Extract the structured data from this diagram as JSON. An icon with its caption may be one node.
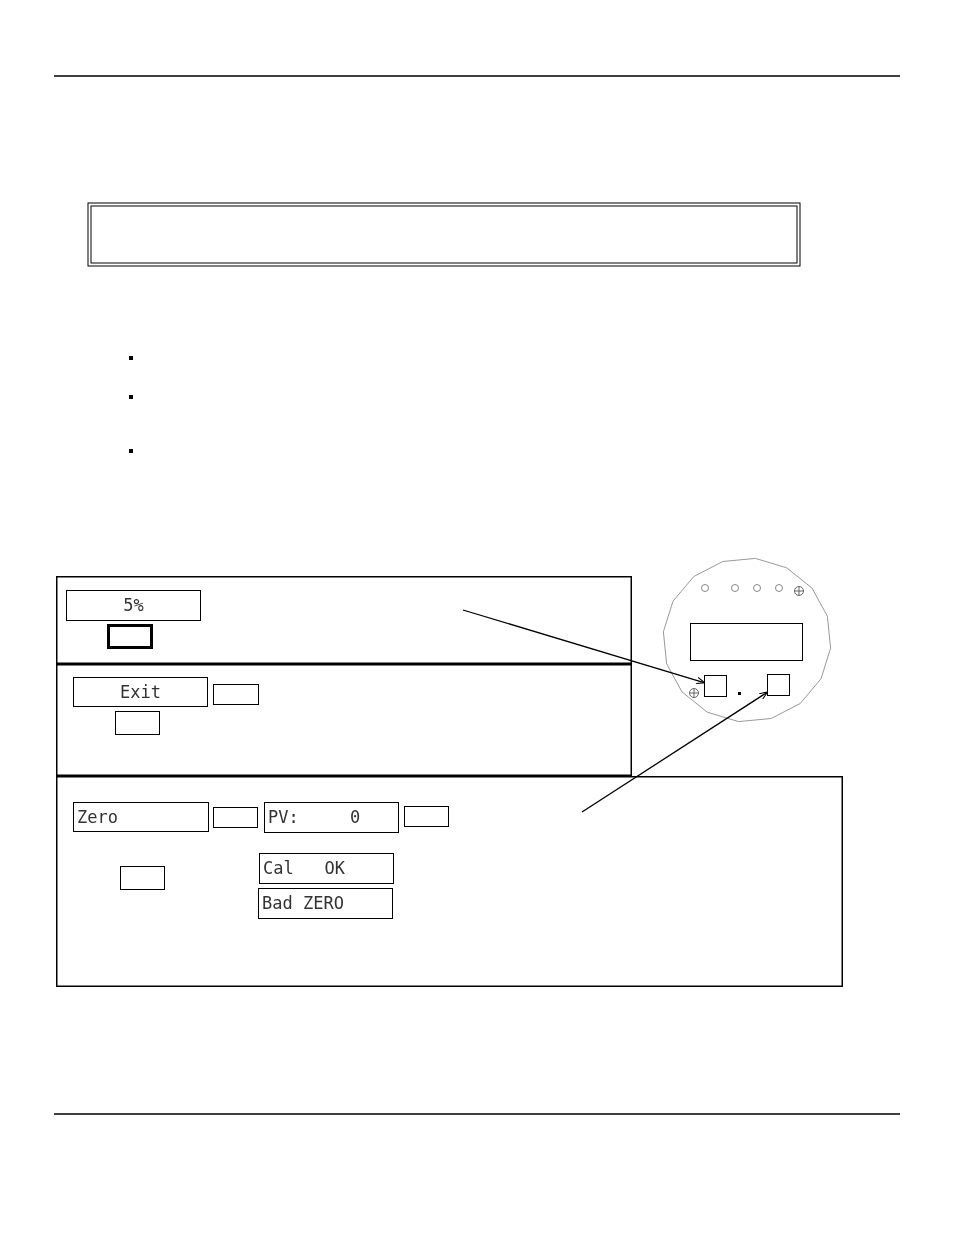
{
  "diagram": {
    "nodes": [
      {
        "text": [],
        "shape": "box"
      },
      {
        "text": [
          "5%"
        ],
        "in": 0
      },
      {
        "text": [],
        "shape": "box",
        "in": 0
      },
      {
        "text": [],
        "shape": "box"
      },
      {
        "text": [
          "Exit"
        ],
        "in": 3
      },
      {
        "text": [],
        "shape": "box",
        "in": 3
      },
      {
        "text": [],
        "shape": "box",
        "in": 3
      },
      {
        "text": [],
        "shape": "box"
      },
      {
        "text": [
          "Zero"
        ],
        "in": 7
      },
      {
        "text": [],
        "shape": "box",
        "in": 7
      },
      {
        "text": [
          "PV:     0"
        ],
        "in": 7
      },
      {
        "text": [],
        "shape": "box",
        "in": 7
      },
      {
        "text": [],
        "shape": "box",
        "in": 7
      },
      {
        "text": [
          "Cal   OK"
        ],
        "in": 7
      },
      {
        "text": [
          "Bad ZERO"
        ],
        "in": 7
      },
      {
        "text": [],
        "shape": "circle"
      },
      {
        "text": [],
        "shape": "box",
        "in": 15
      },
      {
        "text": [],
        "shape": "box",
        "in": 15
      },
      {
        "text": [],
        "shape": "box",
        "in": 15
      }
    ],
    "edges": [
      {
        "from": null,
        "to": 17,
        "arrow": "to"
      },
      {
        "from": null,
        "to": 18,
        "arrow": "to"
      }
    ]
  }
}
